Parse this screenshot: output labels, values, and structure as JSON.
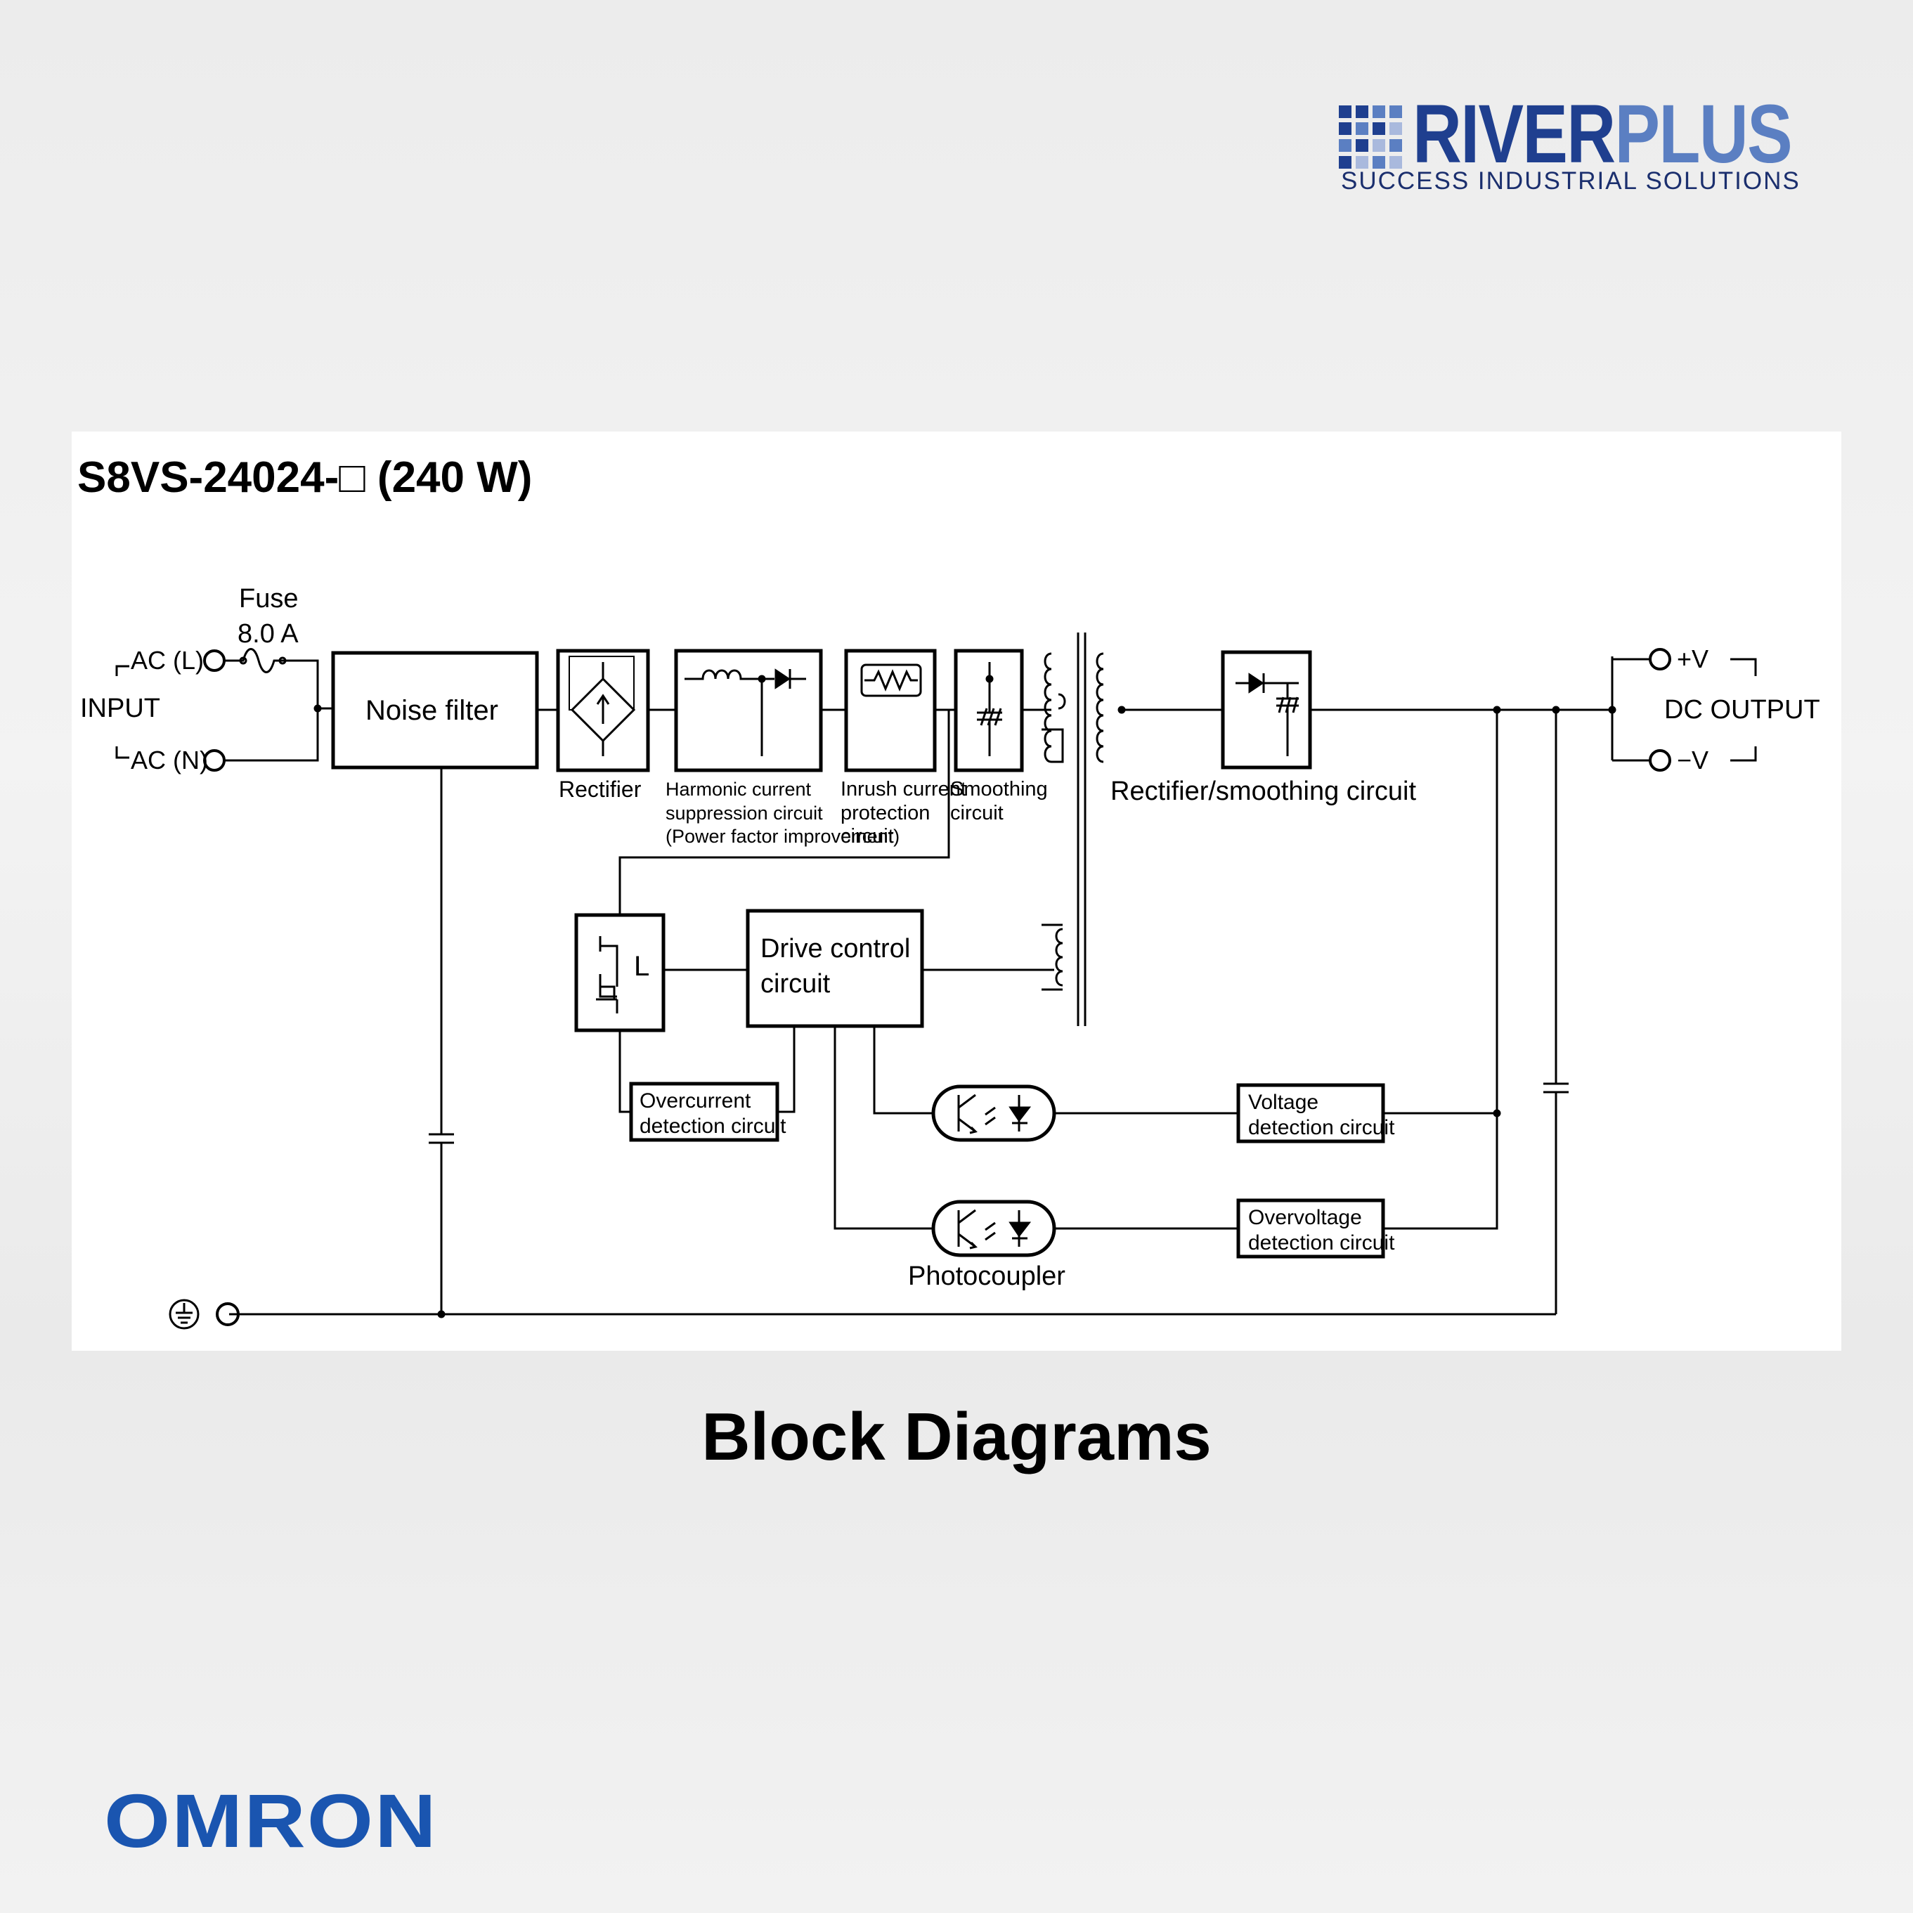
{
  "brand": {
    "riverplus_part1": "RIVER",
    "riverplus_part2": "PLUS",
    "tagline": "SUCCESS INDUSTRIAL SOLUTIONS",
    "omron": "OMRON"
  },
  "diagram": {
    "title": "S8VS-24024-□ (240 W)",
    "fuse_label": "Fuse",
    "fuse_rating": "8.0 A",
    "input_label": "INPUT",
    "ac_l": "AC (L)",
    "ac_n": "AC (N)",
    "noise_filter": "Noise filter",
    "rectifier": "Rectifier",
    "harmonic_1": "Harmonic current",
    "harmonic_2": "suppression circuit",
    "harmonic_3": "(Power factor improvement)",
    "inrush_1": "Inrush current",
    "inrush_2": "protection",
    "inrush_3": "circuit",
    "smoothing_1": "Smoothing",
    "smoothing_2": "circuit",
    "rect_smoothing": "Rectifier/smoothing circuit",
    "plus_v": "+V",
    "minus_v": "−V",
    "dc_output": "DC OUTPUT",
    "drive_1": "Drive control",
    "drive_2": "circuit",
    "switch_l": "L",
    "overcurrent_1": "Overcurrent",
    "overcurrent_2": "detection circuit",
    "voltage_1": "Voltage",
    "voltage_2": "detection circuit",
    "overvoltage_1": "Overvoltage",
    "overvoltage_2": "detection circuit",
    "photocoupler": "Photocoupler"
  },
  "caption": "Block Diagrams"
}
